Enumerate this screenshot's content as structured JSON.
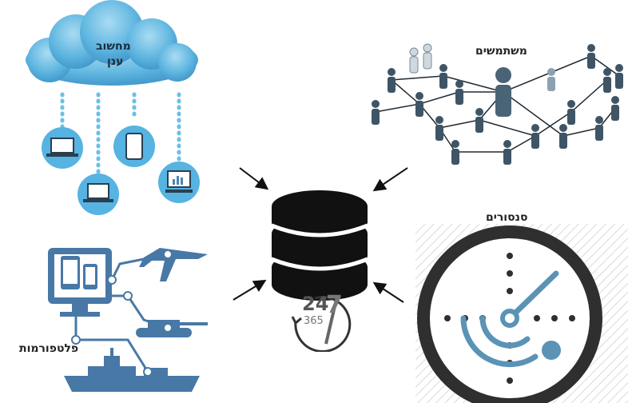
{
  "cloud": {
    "line1": "מחשוב",
    "line2": "ענן"
  },
  "users": {
    "label": "משתמשים"
  },
  "sensors": {
    "label": "סנסורים"
  },
  "platforms": {
    "label": "פלטפורמות"
  },
  "availability": {
    "hours": "24",
    "days": "7",
    "year_days": "365"
  },
  "colors": {
    "cloud": "#5fb6e0",
    "blue": "#3a6f98",
    "person": "#465d6e",
    "radar": "#2f2f2f",
    "radar_accent": "#5b93b6"
  }
}
